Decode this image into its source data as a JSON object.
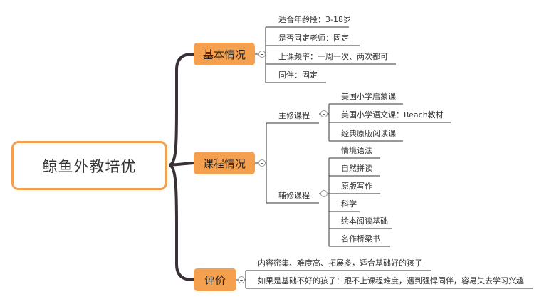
{
  "root": {
    "label": "鲸鱼外教培优"
  },
  "branches": [
    {
      "label": "基本情况",
      "items": [
        "适合年龄段：3-18岁",
        "是否固定老师：固定",
        "上课频率：一周一次、两次都可",
        "同伴：固定"
      ]
    },
    {
      "label": "课程情况",
      "groups": [
        {
          "label": "主修课程",
          "items": [
            "美国小学启蒙课",
            "美国小学语文课：Reach教材",
            "经典原版阅读课"
          ]
        },
        {
          "label": "辅修课程",
          "items": [
            "情境语法",
            "自然拼读",
            "原版写作",
            "科学",
            "绘本阅读基础",
            "名作桥梁书"
          ]
        }
      ]
    },
    {
      "label": "评价",
      "items": [
        "内容密集、难度高、拓展多，适合基础好的孩子",
        "如果是基础不好的孩子：跟不上课程难度，遇到强悍同伴，容易失去学习兴趣"
      ]
    }
  ],
  "colors": {
    "accent": "#f5a04e",
    "trunk": "#3a3138",
    "line": "#333333"
  }
}
